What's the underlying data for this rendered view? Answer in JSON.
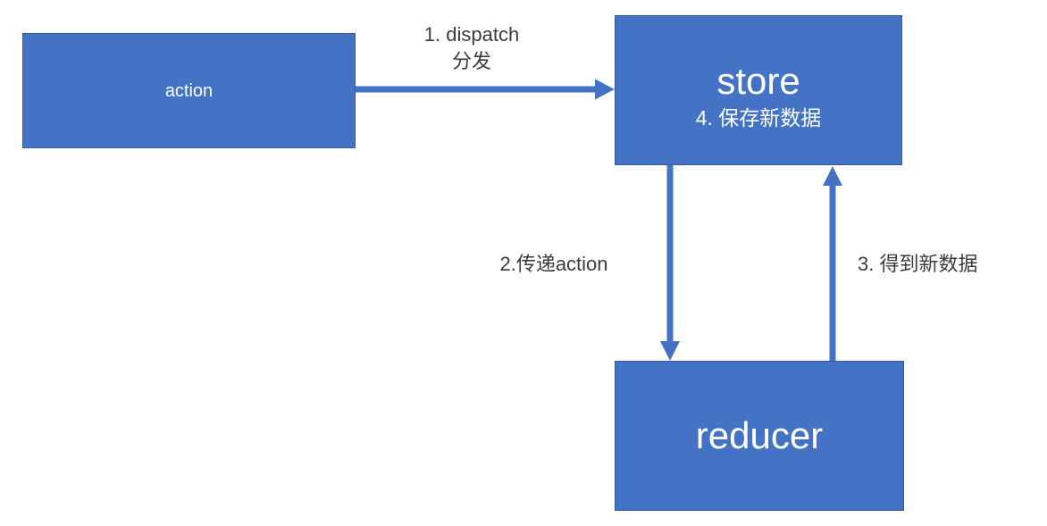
{
  "diagram": {
    "background": "#ffffff",
    "colors": {
      "shape_fill": "#4472c4",
      "shape_border": "#35589e",
      "shape_text": "#ffffff",
      "arrow": "#4472c4",
      "label_text": "#3b3b3b"
    },
    "nodes": {
      "action": {
        "label": "action"
      },
      "store": {
        "label": "store",
        "sublabel": "4. 保存新数据"
      },
      "reducer": {
        "label": "reducer"
      }
    },
    "edges": {
      "dispatch": {
        "from": "action",
        "to": "store",
        "label_line1": "1. dispatch",
        "label_line2": "分发"
      },
      "pass_action": {
        "from": "store",
        "to": "reducer",
        "label": "2.传递action"
      },
      "new_data": {
        "from": "reducer",
        "to": "store",
        "label": "3. 得到新数据"
      }
    }
  }
}
